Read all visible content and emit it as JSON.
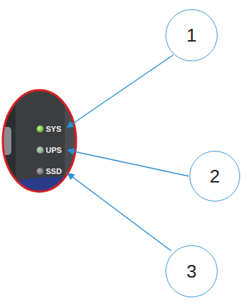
{
  "diagram": {
    "nodes": [
      {
        "text": [
          "1"
        ]
      },
      {
        "text": [
          "2"
        ]
      },
      {
        "text": [
          "3"
        ]
      }
    ],
    "labels": [
      "SYS",
      "UPS",
      "SSD"
    ]
  }
}
